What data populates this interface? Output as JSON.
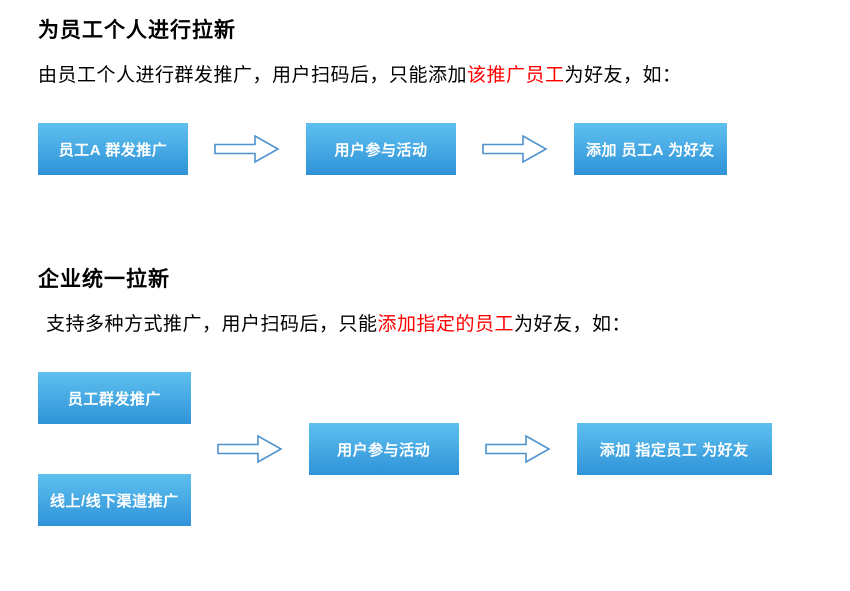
{
  "section1": {
    "title": "为员工个人进行拉新",
    "desc": {
      "before": "由员工个人进行群发推广，用户扫码后，只能添加",
      "highlight": "该推广员工",
      "after": "为好友，如："
    },
    "steps": [
      "员工A 群发推广",
      "用户参与活动",
      "添加 员工A 为好友"
    ]
  },
  "section2": {
    "title": "企业统一拉新",
    "desc": {
      "before": "支持多种方式推广，用户扫码后，只能",
      "highlight": "添加指定的员工",
      "after": "为好友，如："
    },
    "sources": [
      "员工群发推广",
      "线上/线下渠道推广"
    ],
    "steps": [
      "用户参与活动",
      "添加 指定员工 为好友"
    ]
  },
  "colors": {
    "box_gradient_top": "#5ec0ef",
    "box_gradient_bottom": "#2f93d8",
    "arrow_stroke": "#4f93ce",
    "highlight_red": "#ff0000"
  }
}
